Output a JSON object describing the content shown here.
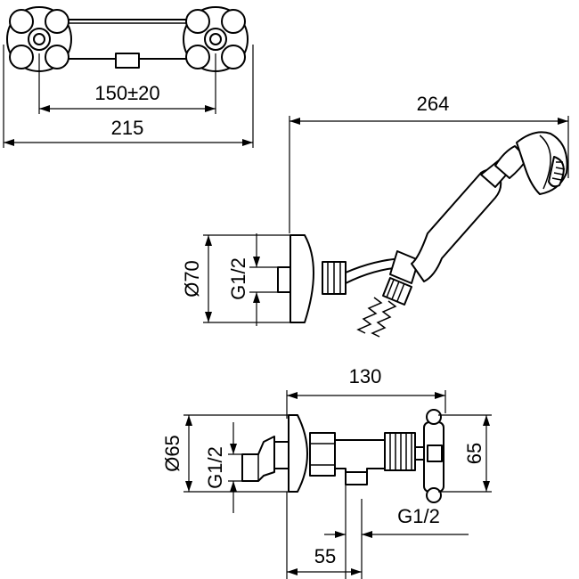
{
  "dimensions": {
    "mixer_center_distance": "150±20",
    "mixer_overall_width": "215",
    "shower_length": "264",
    "shower_flange_diameter": "Ø70",
    "shower_connection_thread": "G1/2",
    "valve_length": "130",
    "valve_flange_diameter": "Ø65",
    "valve_inlet_thread": "G1/2",
    "valve_outlet_thread": "G1/2",
    "valve_height": "65",
    "valve_outlet_offset": "55"
  }
}
